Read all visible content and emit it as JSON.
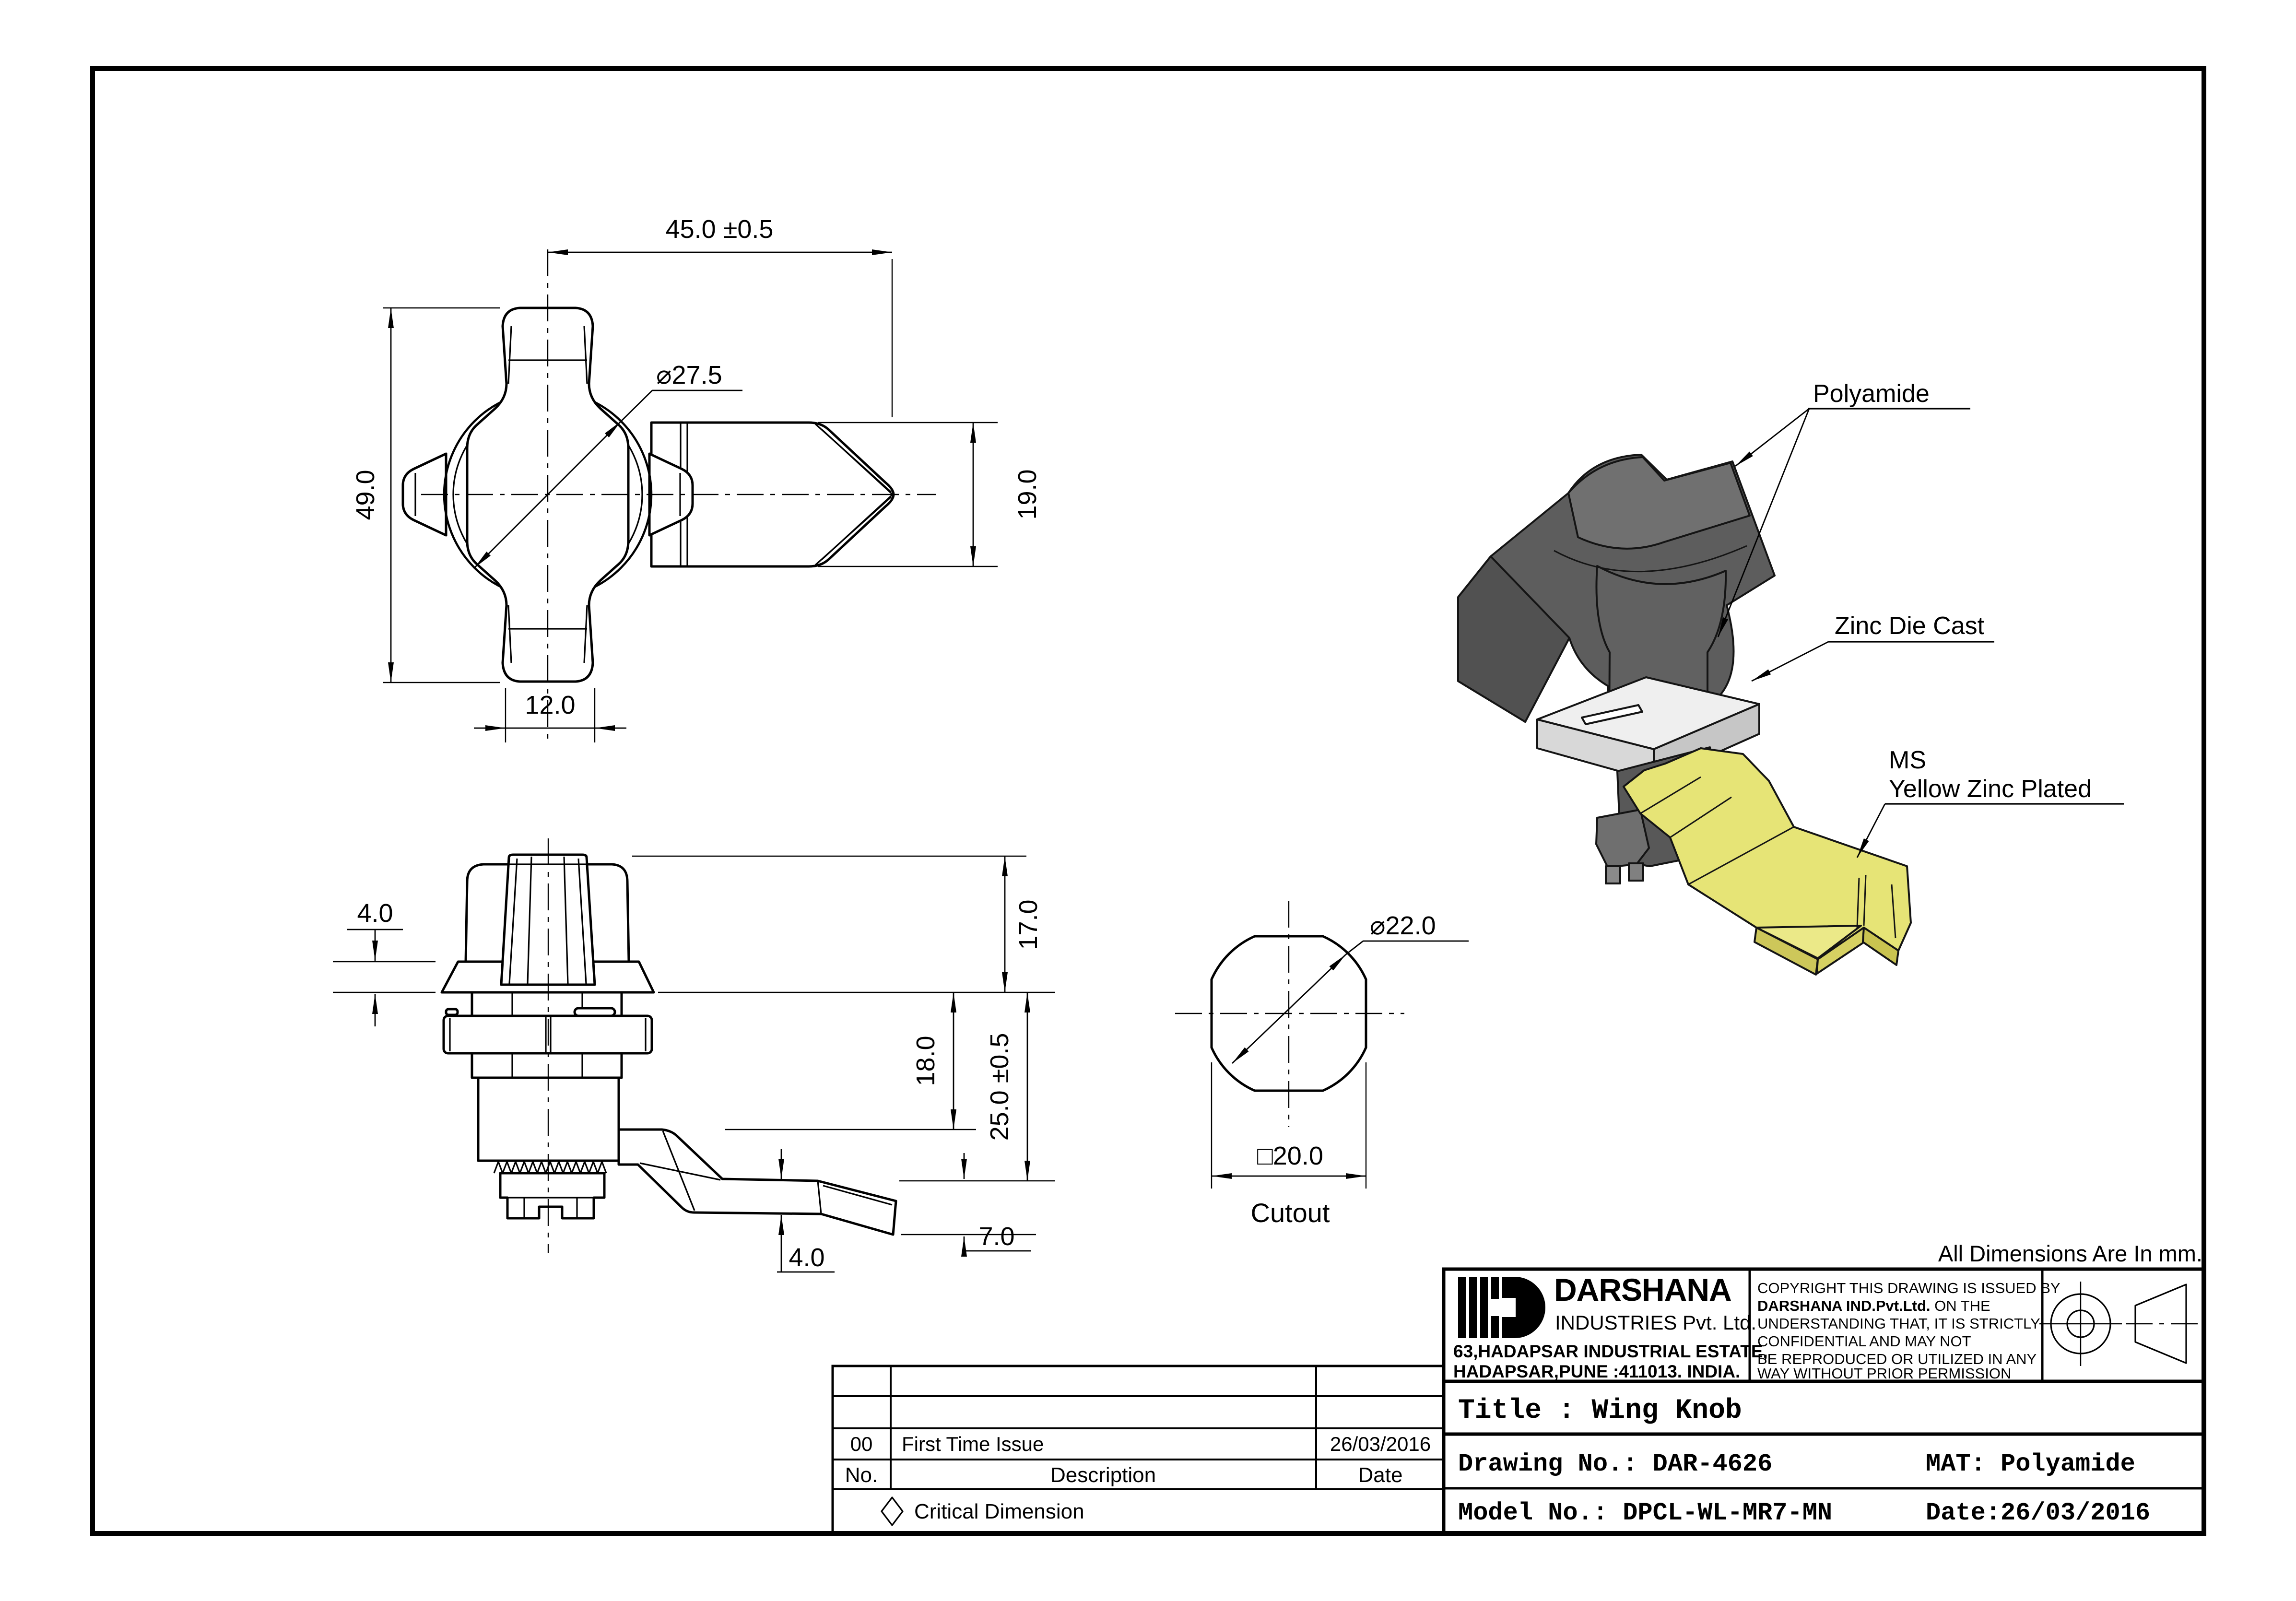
{
  "sheet": {
    "note": "All Dimensions Are In mm."
  },
  "front_view": {
    "width_dim": "45.0 ±0.5",
    "diameter_dim": "⌀27.5",
    "height_dim": "49.0",
    "cam_height_dim": "19.0",
    "hub_width_dim": "12.0"
  },
  "side_view": {
    "flange_thickness_dim": "4.0",
    "knob_height_dim": "17.0",
    "shaft_length_dim": "18.0",
    "grip_range_dim": "25.0 ±0.5",
    "cam_offset_dim": "7.0",
    "cam_thickness_dim": "4.0"
  },
  "cutout_view": {
    "diameter_dim": "⌀22.0",
    "square_dim": "□20.0",
    "caption": "Cutout"
  },
  "iso_view": {
    "labels": {
      "knob_material": "Polyamide",
      "flange_material": "Zinc Die Cast",
      "cam_material_line1": "MS",
      "cam_material_line2": "Yellow Zinc Plated"
    },
    "colors": {
      "knob": "#5d5d5d",
      "flange": "#efefef",
      "cam": "#e6e476"
    }
  },
  "title_block": {
    "company": {
      "name": "DARSHANA",
      "subtitle": "INDUSTRIES Pvt. Ltd.",
      "address_line1": "63,HADAPSAR INDUSTRIAL ESTATE,",
      "address_line2": "HADAPSAR,PUNE :411013. INDIA."
    },
    "copyright": [
      "COPYRIGHT THIS DRAWING IS ISSUED BY",
      "DARSHANA IND.Pvt.Ltd.",
      " ON THE",
      "UNDERSTANDING THAT, IT IS STRICTLY",
      "CONFIDENTIAL AND MAY NOT",
      "BE REPRODUCED OR UTILIZED IN ANY",
      "WAY WITHOUT PRIOR PERMISSION"
    ],
    "title": "Title : Wing Knob",
    "drawing_no": "Drawing No.: DAR-4626",
    "material": "MAT: Polyamide",
    "model_no": "Model No.: DPCL-WL-MR7-MN",
    "date": "Date:26/03/2016"
  },
  "revision_table": {
    "columns": {
      "no": "No.",
      "description": "Description",
      "date": "Date"
    },
    "rows": [
      {
        "no": "00",
        "description": "First Time Issue",
        "date": "26/03/2016"
      }
    ],
    "legend": "Critical Dimension"
  }
}
